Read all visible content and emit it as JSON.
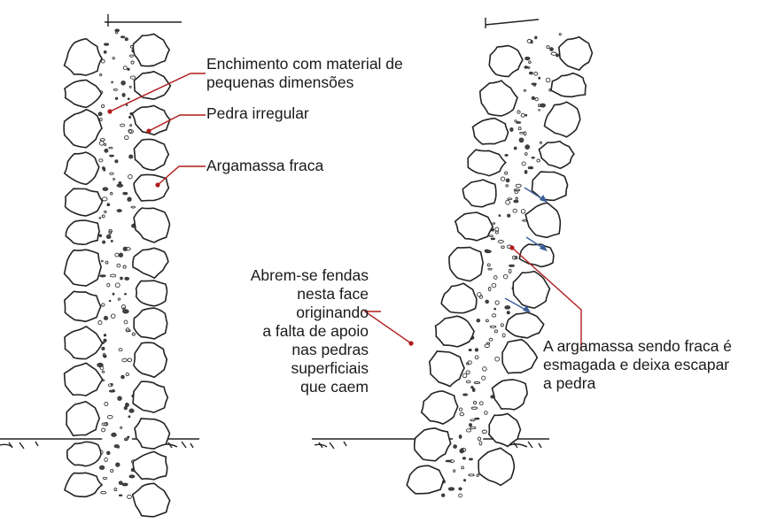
{
  "labels": {
    "enchimento": [
      "Enchimento com material de",
      "pequenas dimensões"
    ],
    "pedra_irregular": [
      "Pedra irregular"
    ],
    "argamassa_fraca": [
      "Argamassa fraca"
    ],
    "fendas": [
      "Abrem-se fendas",
      "nesta face",
      "originando",
      "a falta de apoio",
      "nas pedras",
      "superficiais",
      "que caem"
    ],
    "esmagada": [
      "A argamassa sendo fraca é",
      "esmagada e deixa escapar",
      "a pedra"
    ]
  },
  "colors": {
    "leader_line": "#b01c1c",
    "thrust_arrow": "#3a5f9a",
    "ink": "#222222"
  }
}
